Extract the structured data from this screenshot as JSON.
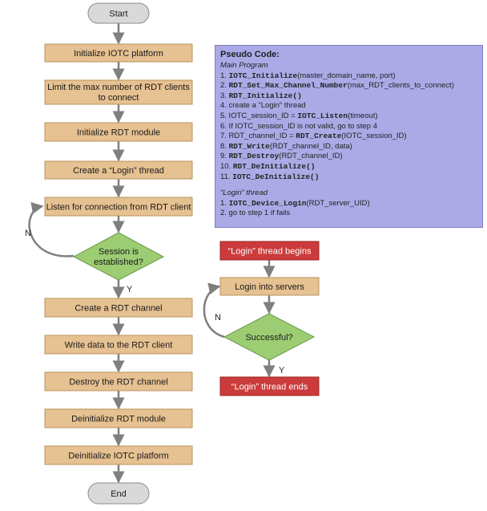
{
  "main_flow": {
    "start": "Start",
    "steps": [
      [
        "Initialize IOTC platform"
      ],
      [
        "Limit the max number of RDT clients",
        "to connect"
      ],
      [
        "Initialize RDT module"
      ],
      [
        "Create a “Login” thread"
      ],
      [
        "Listen for connection from RDT client"
      ]
    ],
    "decision": [
      "Session is",
      "established?"
    ],
    "no_label": "N",
    "yes_label": "Y",
    "post_steps": [
      "Create a RDT channel",
      "Write data to the RDT client",
      "Destroy the RDT channel",
      "Deinitialize RDT module",
      "Deinitialize IOTC platform"
    ],
    "end": "End"
  },
  "login_flow": {
    "begin": "“Login” thread begins",
    "step": "Login into servers",
    "decision": "Successful?",
    "no_label": "N",
    "yes_label": "Y",
    "end": "“Login” thread ends"
  },
  "pseudo_code": {
    "title": "Pseudo Code:",
    "main_heading": "Main Program",
    "main_lines": [
      [
        [
          "1. ",
          0
        ],
        [
          "IOTC_Initialize",
          1
        ],
        [
          "(master_domain_name, port)",
          0
        ]
      ],
      [
        [
          "2. ",
          0
        ],
        [
          "RDT_Set_Max_Channel_Number",
          1
        ],
        [
          "(max_RDT_clients_to_connect)",
          0
        ]
      ],
      [
        [
          "3. ",
          0
        ],
        [
          "RDT_Initialize()",
          1
        ]
      ],
      [
        [
          "4. create a “Login” thread",
          0
        ]
      ],
      [
        [
          "5. IOTC_session_ID = ",
          0
        ],
        [
          "IOTC_Listen",
          1
        ],
        [
          "(timeout)",
          0
        ]
      ],
      [
        [
          "6. If IOTC_session_ID is not valid, go to step 4",
          0
        ]
      ],
      [
        [
          "7. RDT_channel_ID = ",
          0
        ],
        [
          "RDT_Create",
          1
        ],
        [
          "(IOTC_session_ID)",
          0
        ]
      ],
      [
        [
          "8. ",
          0
        ],
        [
          "RDT_Write",
          1
        ],
        [
          "(RDT_channel_ID, data)",
          0
        ]
      ],
      [
        [
          "9. ",
          0
        ],
        [
          "RDT_Destroy",
          1
        ],
        [
          "(RDT_channel_ID)",
          0
        ]
      ],
      [
        [
          "10. ",
          0
        ],
        [
          "RDT_DeInitialize()",
          1
        ]
      ],
      [
        [
          "11. ",
          0
        ],
        [
          "IOTC_DeInitialize()",
          1
        ]
      ]
    ],
    "thread_heading": "“Login” thread",
    "thread_lines": [
      [
        [
          "1. ",
          0
        ],
        [
          "IOTC_Device_Login",
          1
        ],
        [
          "(RDT_server_UID)",
          0
        ]
      ],
      [
        [
          "2. go to step 1 if fails",
          0
        ]
      ]
    ]
  },
  "colors": {
    "process_fill": "#e6c191",
    "process_stroke": "#b8935e",
    "terminal_fill": "#d9d9d9",
    "terminal_stroke": "#8c8c8c",
    "decision_fill": "#9ccd73",
    "decision_stroke": "#6e9a4b",
    "red_fill": "#cc3b3b",
    "red_stroke": "#9a2525",
    "connector": "#7f7f7f",
    "pseudo_bg": "#abaae6"
  }
}
